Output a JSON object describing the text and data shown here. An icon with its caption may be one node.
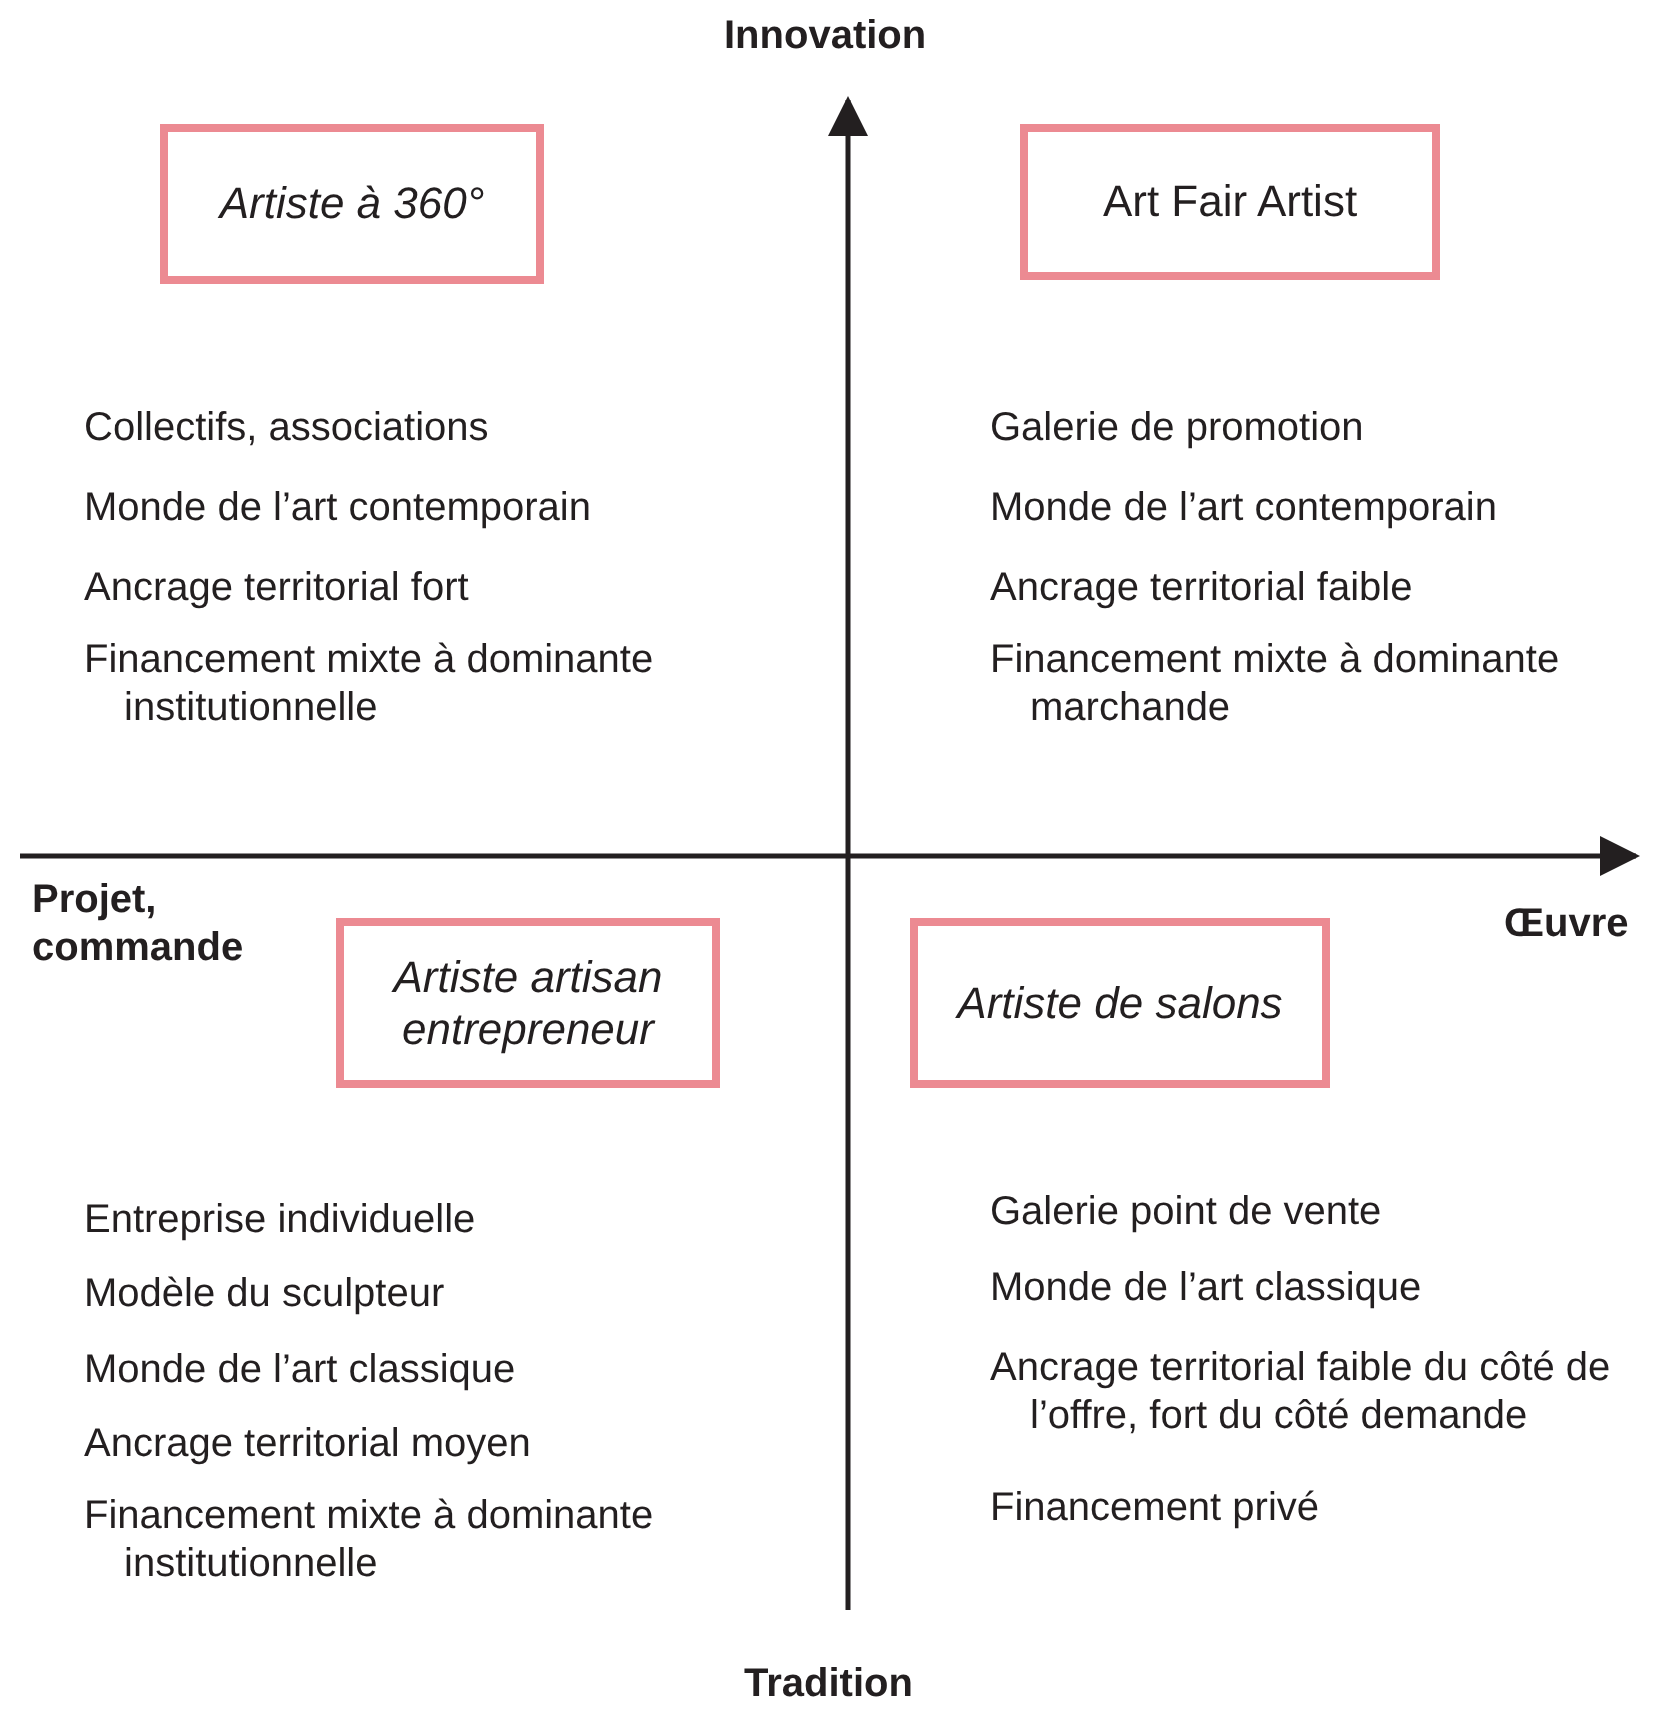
{
  "diagram": {
    "nodes": [
      {
        "text": [
          "Artiste à 360°"
        ]
      },
      {
        "text": [
          "Art Fair Artist"
        ]
      },
      {
        "text": [
          "Artiste artisan entrepreneur"
        ]
      },
      {
        "text": [
          "Artiste de salons"
        ]
      }
    ],
    "labels": [
      "Innovation",
      "Collectifs, associations",
      "Monde de l’art contemporain",
      "Ancrage territorial fort",
      "Financement mixte à dominante institutionnelle",
      "Galerie de promotion",
      "Monde de l’art contemporain",
      "Ancrage territorial faible",
      "Financement mixte à dominante marchande",
      "Projet, commande",
      "Œuvre",
      "Entreprise individuelle",
      "Modèle du sculpteur",
      "Monde de l’art classique",
      "Ancrage territorial moyen",
      "Financement mixte à dominante institutionnelle",
      "Galerie point de vente",
      "Monde de l’art classique",
      "Ancrage territorial faible du côté de l’offre, fort du côté demande",
      "Financement privé",
      "Tradition"
    ]
  }
}
